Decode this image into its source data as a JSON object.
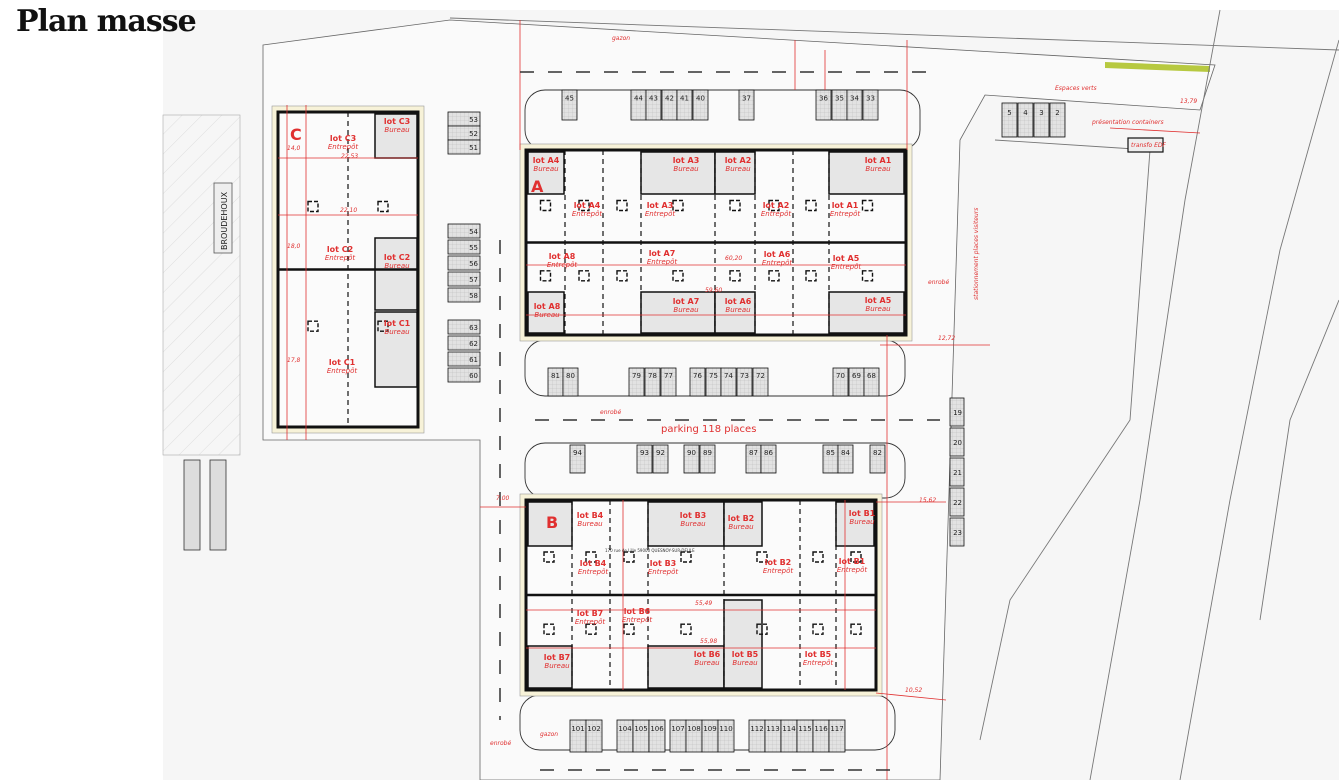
{
  "title": "Plan masse",
  "street_name": "BROUDEHOUX",
  "parking_label": "parking 118 places",
  "building_letters": {
    "A": "A",
    "B": "B",
    "C": "C"
  },
  "colors": {
    "annotation": "#e03030",
    "walls": "#111111",
    "bureau_fill": "#e6e6e6",
    "circulation": "#f7f2d8",
    "parking_fill": "#d9d9d9",
    "green_strip": "#b7c940"
  },
  "lots": {
    "A": [
      {
        "name": "lot A4",
        "use": "Bureau"
      },
      {
        "name": "lot A3",
        "use": "Bureau"
      },
      {
        "name": "lot A2",
        "use": "Bureau"
      },
      {
        "name": "lot A1",
        "use": "Bureau"
      },
      {
        "name": "lot A4",
        "use": "Entrepôt"
      },
      {
        "name": "lot A3",
        "use": "Entrepôt"
      },
      {
        "name": "lot A2",
        "use": "Entrepôt"
      },
      {
        "name": "lot A1",
        "use": "Entrepôt"
      },
      {
        "name": "lot A8",
        "use": "Entrepôt"
      },
      {
        "name": "lot A7",
        "use": "Entrepôt"
      },
      {
        "name": "lot A6",
        "use": "Entrepôt"
      },
      {
        "name": "lot A5",
        "use": "Entrepôt"
      },
      {
        "name": "lot A8",
        "use": "Bureau"
      },
      {
        "name": "lot A7",
        "use": "Bureau"
      },
      {
        "name": "lot A6",
        "use": "Bureau"
      },
      {
        "name": "lot A5",
        "use": "Bureau"
      }
    ],
    "B": [
      {
        "name": "lot B4",
        "use": "Bureau"
      },
      {
        "name": "lot B3",
        "use": "Bureau"
      },
      {
        "name": "lot B2",
        "use": "Bureau"
      },
      {
        "name": "lot B1",
        "use": "Bureau"
      },
      {
        "name": "lot B4",
        "use": "Entrepôt"
      },
      {
        "name": "lot B3",
        "use": "Entrepôt"
      },
      {
        "name": "lot B2",
        "use": "Entrepôt"
      },
      {
        "name": "lot B1",
        "use": "Entrepôt"
      },
      {
        "name": "lot B7",
        "use": "Entrepôt"
      },
      {
        "name": "lot B6",
        "use": "Entrepôt"
      },
      {
        "name": "lot B7",
        "use": "Bureau"
      },
      {
        "name": "lot B6",
        "use": "Bureau"
      },
      {
        "name": "lot B5",
        "use": "Bureau"
      },
      {
        "name": "lot B5",
        "use": "Entrepôt"
      }
    ],
    "C": [
      {
        "name": "lot C3",
        "use": "Bureau"
      },
      {
        "name": "lot C3",
        "use": "Entrepôt"
      },
      {
        "name": "lot C2",
        "use": "Entrepôt"
      },
      {
        "name": "lot C2",
        "use": "Bureau"
      },
      {
        "name": "lot C1",
        "use": "Bureau"
      },
      {
        "name": "lot C1",
        "use": "Entrepôt"
      }
    ]
  },
  "parking_numbers": {
    "a_top": [
      "45",
      "44",
      "43",
      "42",
      "41",
      "40",
      "37",
      "36",
      "35",
      "34",
      "33"
    ],
    "a_bottom": [
      "81",
      "80",
      "79",
      "78",
      "77",
      "76",
      "75",
      "74",
      "73",
      "72",
      "70",
      "69",
      "68"
    ],
    "b_top": [
      "94",
      "93",
      "92",
      "90",
      "89",
      "87",
      "86",
      "85",
      "84",
      "82"
    ],
    "b_bottom": [
      "101",
      "102",
      "104",
      "105",
      "106",
      "107",
      "108",
      "109",
      "110",
      "112",
      "113",
      "114",
      "115",
      "116",
      "117"
    ],
    "c_side": [
      "53",
      "52",
      "51",
      "54",
      "55",
      "56",
      "57",
      "58",
      "63",
      "62",
      "61",
      "60"
    ],
    "east_top": [
      "5",
      "4",
      "3",
      "2"
    ],
    "east_side": [
      "19",
      "20",
      "21",
      "22",
      "23"
    ]
  },
  "annotations": {
    "gazon": "gazon",
    "enrobe": "enrobé",
    "espaces_verts": "Espaces verts",
    "containers": "présentation containers",
    "transformateur": "transfo EDF",
    "stationnement": "stationnement places visiteurs",
    "address": "170 rue de Lille 59000 QUESNOY-SUR-DEULE",
    "dims": [
      "60,20",
      "59,60",
      "55,49",
      "55,98",
      "22,53",
      "22,10",
      "13,79",
      "12,72",
      "15,62",
      "10,52",
      "7,00",
      "14,0",
      "18,0",
      "17,8"
    ]
  }
}
